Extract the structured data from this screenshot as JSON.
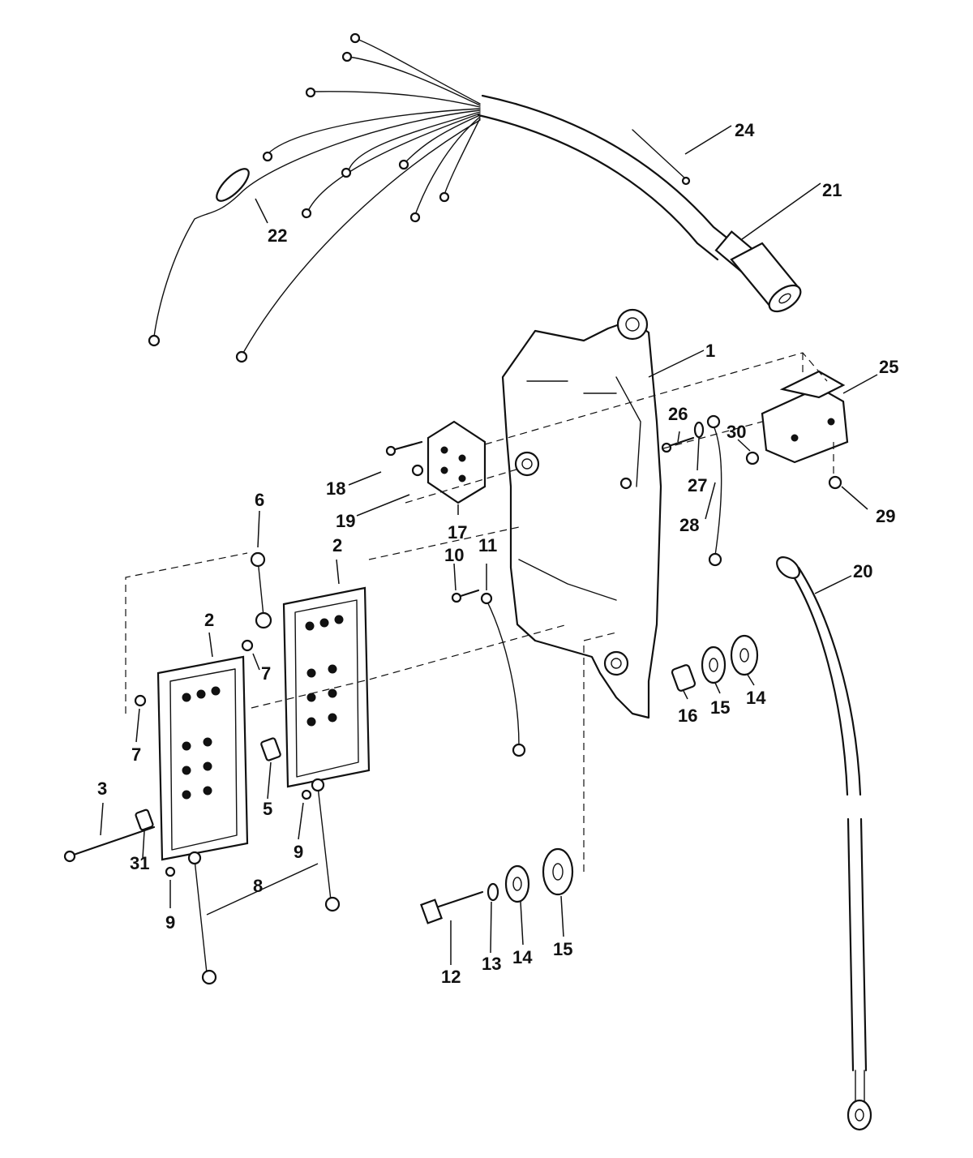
{
  "callouts": [
    {
      "id": "c1",
      "text": "1"
    },
    {
      "id": "c2a",
      "text": "2"
    },
    {
      "id": "c2b",
      "text": "2"
    },
    {
      "id": "c3",
      "text": "3"
    },
    {
      "id": "c5",
      "text": "5"
    },
    {
      "id": "c6",
      "text": "6"
    },
    {
      "id": "c7a",
      "text": "7"
    },
    {
      "id": "c7b",
      "text": "7"
    },
    {
      "id": "c8",
      "text": "8"
    },
    {
      "id": "c9a",
      "text": "9"
    },
    {
      "id": "c9b",
      "text": "9"
    },
    {
      "id": "c10",
      "text": "10"
    },
    {
      "id": "c11",
      "text": "11"
    },
    {
      "id": "c12",
      "text": "12"
    },
    {
      "id": "c13",
      "text": "13"
    },
    {
      "id": "c14a",
      "text": "14"
    },
    {
      "id": "c14b",
      "text": "14"
    },
    {
      "id": "c15a",
      "text": "15"
    },
    {
      "id": "c15b",
      "text": "15"
    },
    {
      "id": "c16",
      "text": "16"
    },
    {
      "id": "c17",
      "text": "17"
    },
    {
      "id": "c18",
      "text": "18"
    },
    {
      "id": "c19",
      "text": "19"
    },
    {
      "id": "c20",
      "text": "20"
    },
    {
      "id": "c21",
      "text": "21"
    },
    {
      "id": "c22",
      "text": "22"
    },
    {
      "id": "c24",
      "text": "24"
    },
    {
      "id": "c25",
      "text": "25"
    },
    {
      "id": "c26",
      "text": "26"
    },
    {
      "id": "c27",
      "text": "27"
    },
    {
      "id": "c28",
      "text": "28"
    },
    {
      "id": "c29",
      "text": "29"
    },
    {
      "id": "c30",
      "text": "30"
    },
    {
      "id": "c31",
      "text": "31"
    }
  ]
}
